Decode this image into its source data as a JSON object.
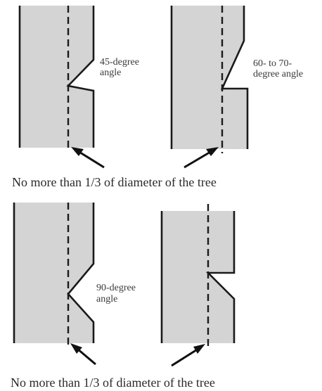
{
  "panels": [
    {
      "angle_label": [
        "45-degree",
        "angle"
      ]
    },
    {
      "angle_label": [
        "60- to 70-",
        "degree angle"
      ]
    },
    {
      "angle_label": [
        "90-degree",
        "angle"
      ]
    },
    {
      "angle_label": []
    }
  ],
  "captions": {
    "top": "No more than 1/3 of diameter of the tree",
    "bottom": "No more than 1/3 of diameter of the tree"
  },
  "colors": {
    "trunk": "#d4d4d4",
    "line": "#1a1a1a"
  }
}
